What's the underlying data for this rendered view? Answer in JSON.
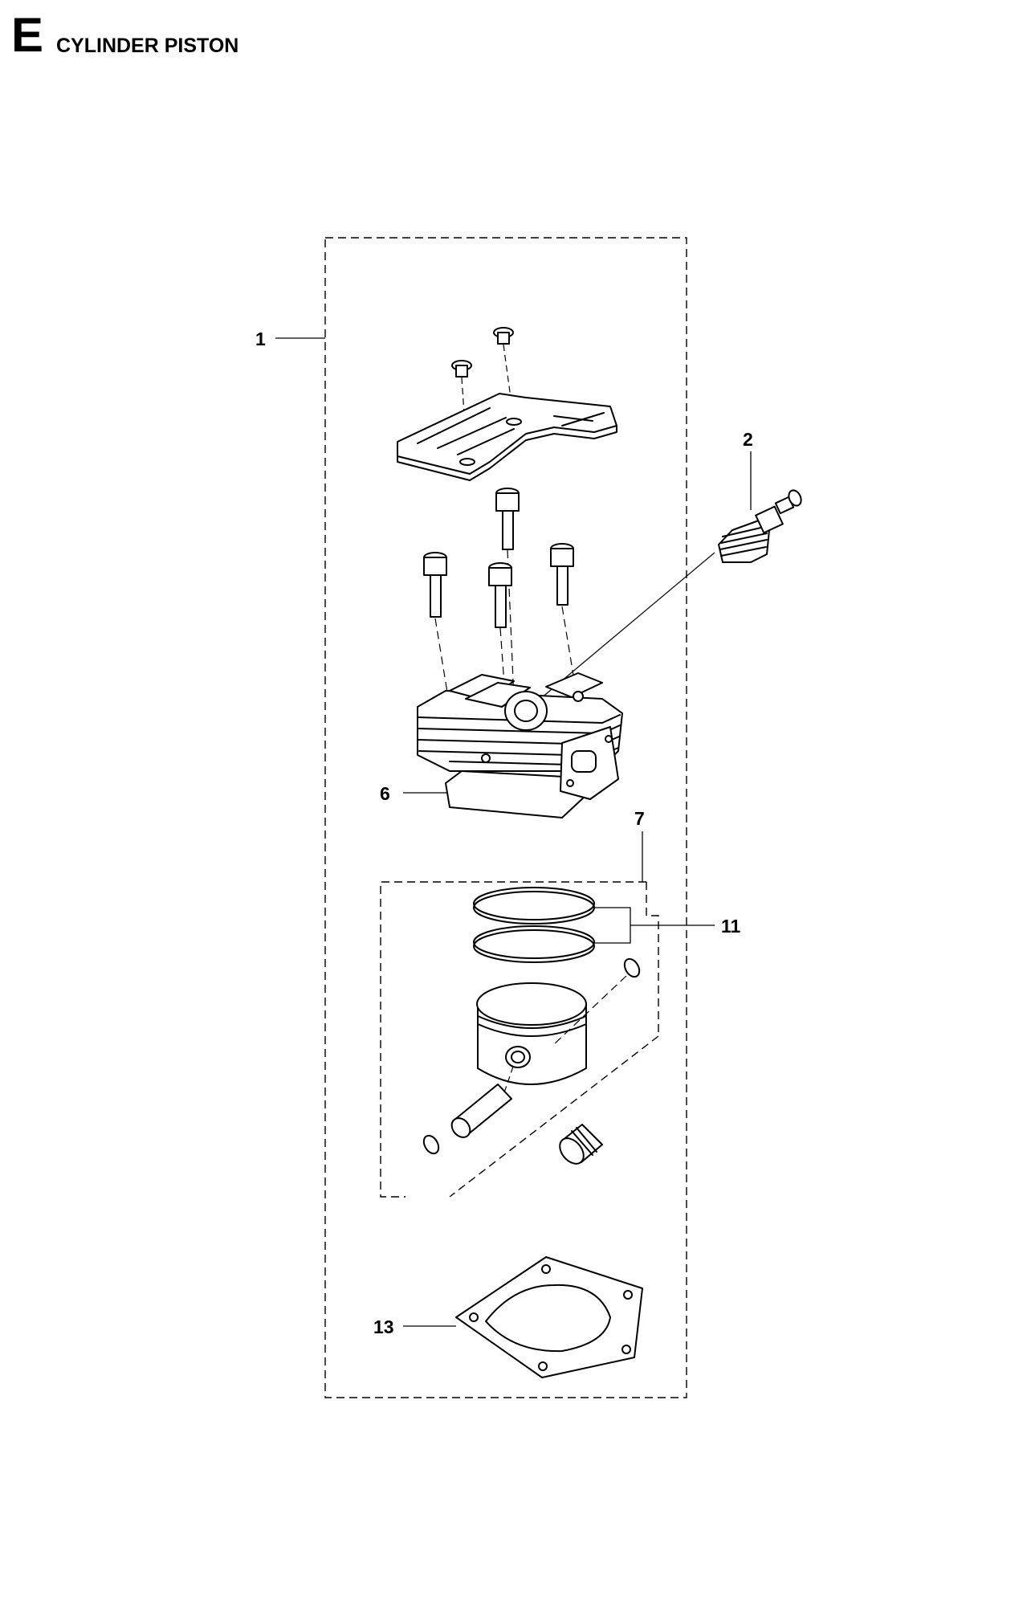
{
  "header": {
    "section_letter": "E",
    "title": "CYLINDER PISTON"
  },
  "callouts": [
    {
      "id": "1",
      "label": "1"
    },
    {
      "id": "2",
      "label": "2"
    },
    {
      "id": "6",
      "label": "6"
    },
    {
      "id": "7",
      "label": "7"
    },
    {
      "id": "11",
      "label": "11"
    },
    {
      "id": "13",
      "label": "13"
    }
  ],
  "parts": [
    {
      "ref": "1",
      "icon": "cylinder-assembly-icon"
    },
    {
      "ref": "2",
      "icon": "decompression-valve-icon"
    },
    {
      "ref": "6",
      "icon": "cylinder-icon"
    },
    {
      "ref": "7",
      "icon": "piston-kit-icon"
    },
    {
      "ref": "11",
      "icon": "piston-ring-icon"
    },
    {
      "ref": "13",
      "icon": "cylinder-gasket-icon"
    }
  ]
}
